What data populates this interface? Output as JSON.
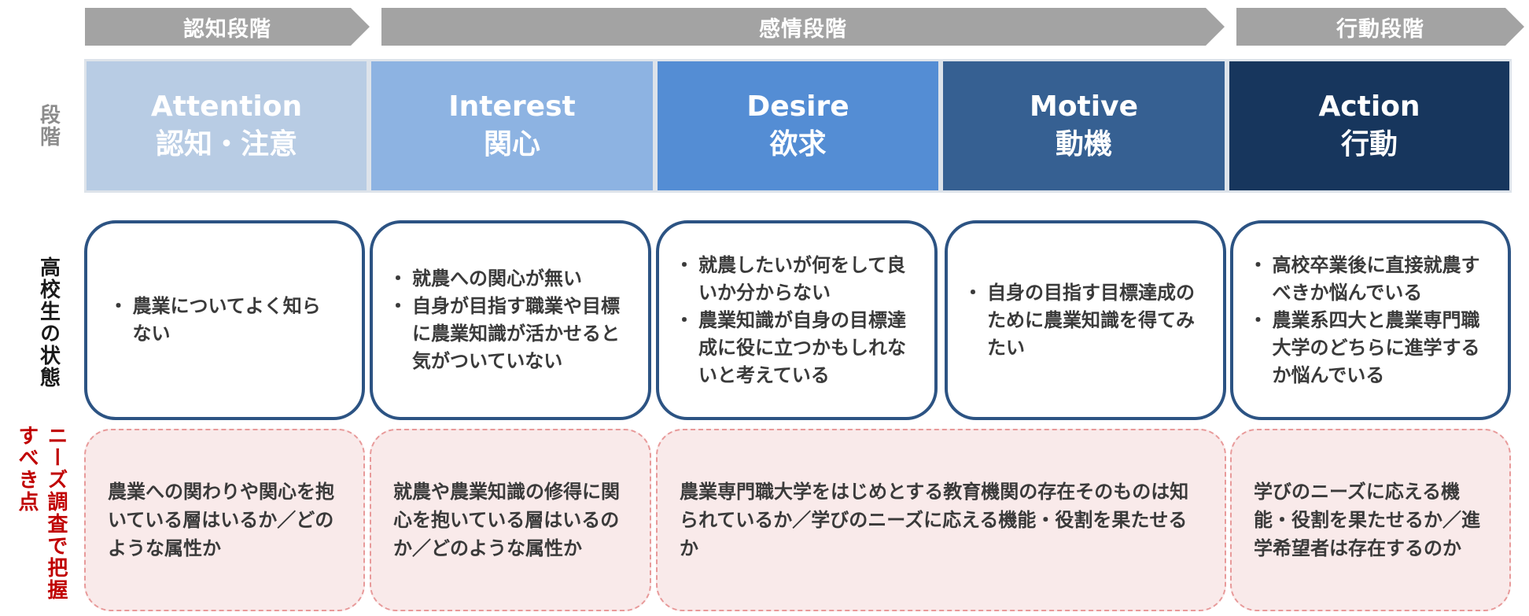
{
  "phases": [
    {
      "label": "認知段階"
    },
    {
      "label": "感情段階"
    },
    {
      "label": "行動段階"
    }
  ],
  "row_labels": {
    "stage": "段階",
    "state": "高校生の状態",
    "needs": "ニーズ調査で把握すべき点"
  },
  "stages": [
    {
      "en": "Attention",
      "ja": "認知・注意",
      "color": "#b8cce4",
      "text_color": "#ffffff"
    },
    {
      "en": "Interest",
      "ja": "関心",
      "color": "#8db3e2",
      "text_color": "#ffffff"
    },
    {
      "en": "Desire",
      "ja": "欲求",
      "color": "#548dd4",
      "text_color": "#ffffff"
    },
    {
      "en": "Motive",
      "ja": "動機",
      "color": "#366092",
      "text_color": "#ffffff"
    },
    {
      "en": "Action",
      "ja": "行動",
      "color": "#17365d",
      "text_color": "#ffffff"
    }
  ],
  "states": [
    [
      "農業についてよく知らない"
    ],
    [
      "就農への関心が無い",
      "自身が目指す職業や目標に農業知識が活かせると気がついていない"
    ],
    [
      "就農したいが何をして良いか分からない",
      "農業知識が自身の目標達成に役に立つかもしれないと考えている"
    ],
    [
      "自身の目指す目標達成のために農業知識を得てみたい"
    ],
    [
      "高校卒業後に直接就農すべきか悩んでいる",
      "農業系四大と農業専門職大学のどちらに進学するか悩んでいる"
    ]
  ],
  "needs": [
    "農業への関わりや関心を抱いている層はいるか／どのような属性か",
    "就農や農業知識の修得に関心を抱いている層はいるのか／どのような属性か",
    "農業専門職大学をはじめとする教育機関の存在そのものは知られているか／学びのニーズに応える機能・役割を果たせるか",
    "学びのニーズに応える機能・役割を果たせるか／進学希望者は存在するのか"
  ],
  "colors": {
    "phase_arrow": "#a3a3a3",
    "card_border": "#2c5383",
    "needs_border": "#e89a9a",
    "needs_fill": "#f9eaea",
    "label_gray": "#8c8c8c",
    "label_black": "#1a1a1a",
    "label_red": "#c00000"
  }
}
